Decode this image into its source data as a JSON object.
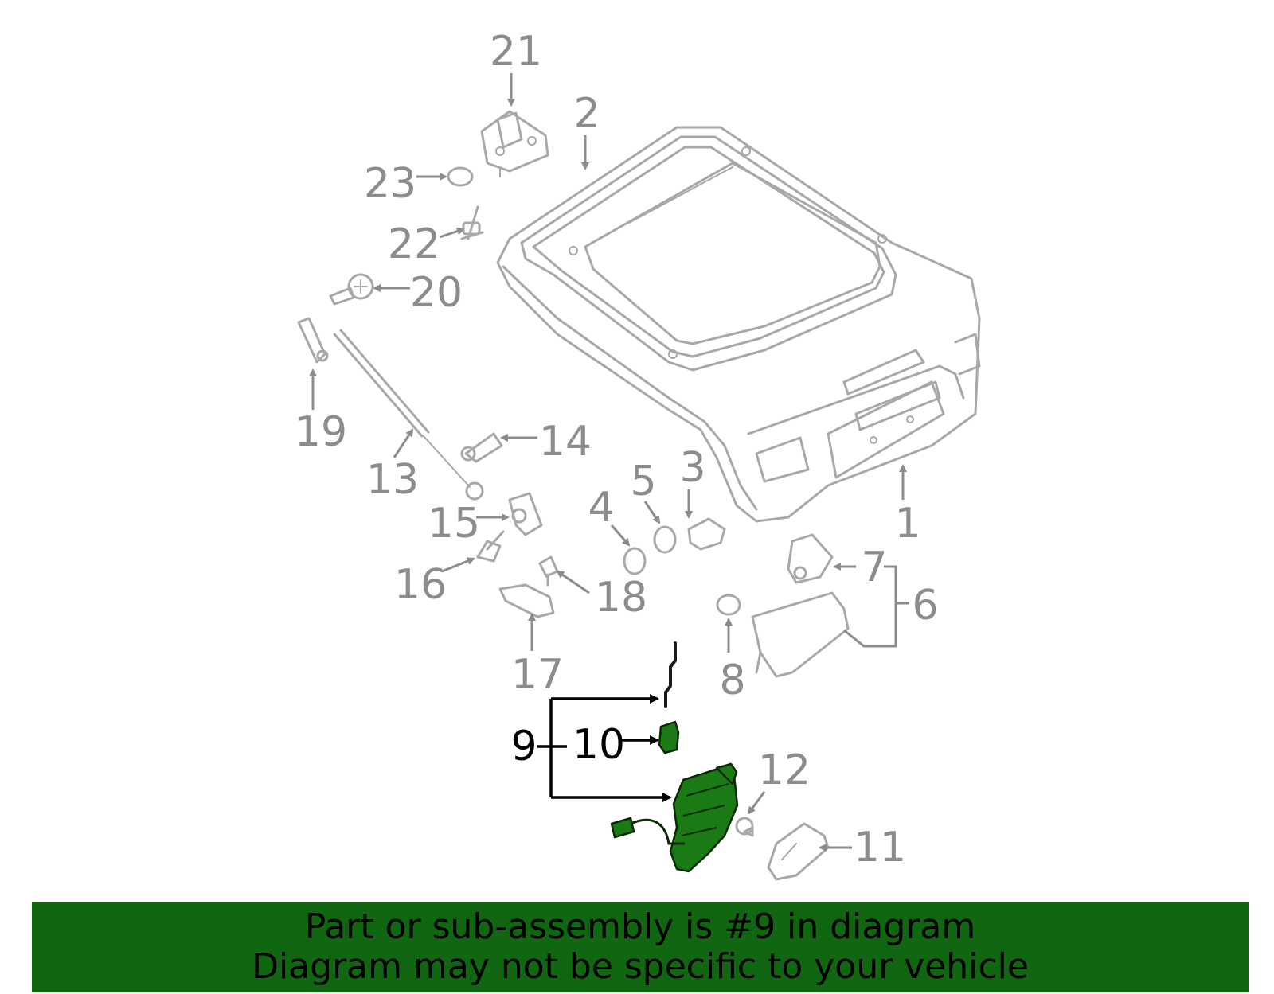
{
  "callouts": {
    "c1": "1",
    "c2": "2",
    "c3": "3",
    "c4": "4",
    "c5": "5",
    "c6": "6",
    "c7": "7",
    "c8": "8",
    "c9": "9",
    "c10": "10",
    "c11": "11",
    "c12": "12",
    "c13": "13",
    "c14": "14",
    "c15": "15",
    "c16": "16",
    "c17": "17",
    "c18": "18",
    "c19": "19",
    "c20": "20",
    "c21": "21",
    "c22": "22",
    "c23": "23"
  },
  "banner": {
    "line1": "Part or sub-assembly is #9 in diagram",
    "line2": "Diagram may not be specific to your vehicle"
  },
  "colors": {
    "highlight": "#1a7a14",
    "banner": "#116611",
    "outline": "#a8a8a8"
  }
}
